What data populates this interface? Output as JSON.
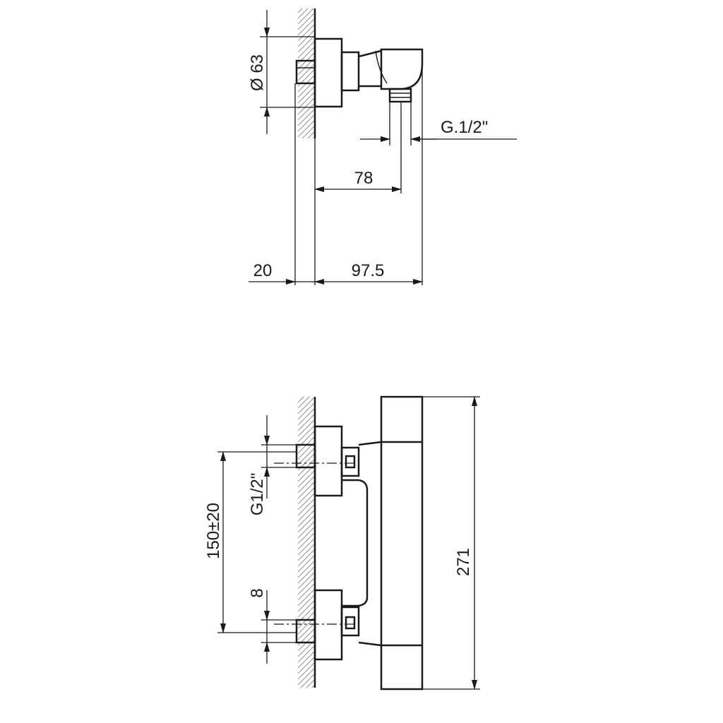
{
  "top_view": {
    "diameter_label": "Ø 63",
    "thread_label": "G.1/2\"",
    "depth_outlet_label": "78",
    "wall_offset_label": "20",
    "depth_total_label": "97.5"
  },
  "front_view": {
    "inlet_spacing_label": "150±20",
    "thread_label": "G1/2\"",
    "pipe_offset_label": "8",
    "height_label": "271"
  }
}
